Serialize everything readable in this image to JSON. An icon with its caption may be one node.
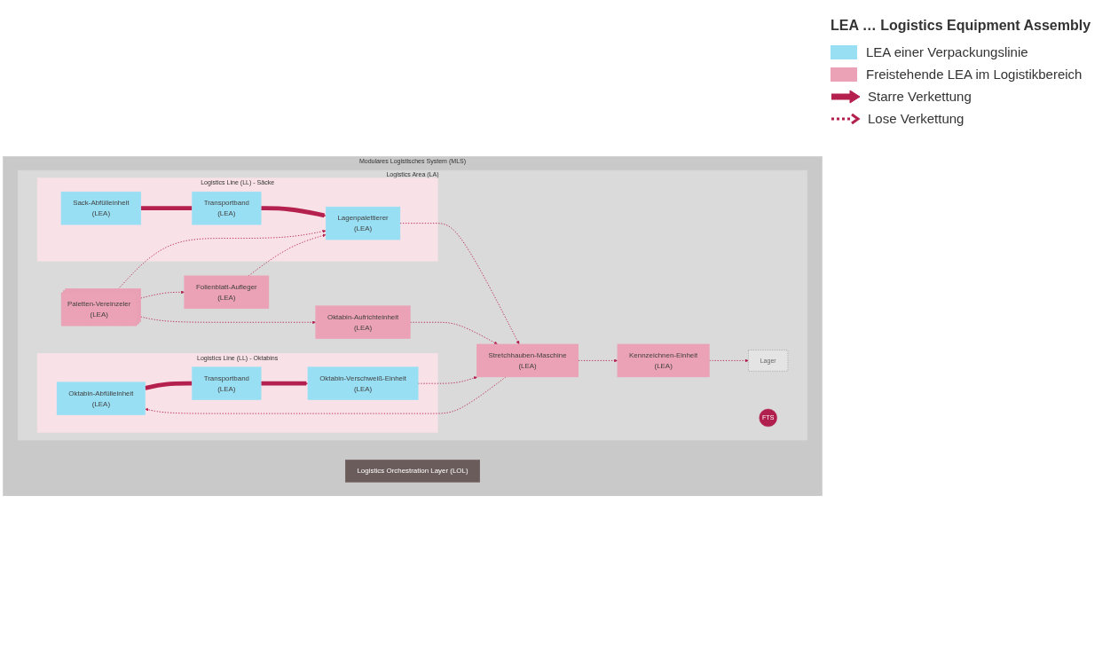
{
  "diagram": {
    "nodes": [
      {
        "text": [
          "Modulares Logistisches System (MLS)"
        ]
      },
      {
        "text": [
          "Logistics Orchestration Layer (LOL)"
        ],
        "in": 0
      },
      {
        "text": [
          "Logistics Area (LA)"
        ],
        "in": 0
      },
      {
        "text": [
          "Logistics Line (LL) - Säcke"
        ],
        "in": 2
      },
      {
        "text": [
          "Sack-Abfülleinheit",
          "(LEA)"
        ],
        "in": 3
      },
      {
        "text": [
          "Transportband",
          "(LEA)"
        ],
        "in": 3
      },
      {
        "text": [
          "Lagenpalettierer",
          "(LEA)"
        ],
        "in": 3
      },
      {
        "text": [
          "Paletten-Vereinzeler",
          "(LEA)"
        ],
        "in": 2
      },
      {
        "text": [
          "Folienblatt-Aufleger",
          "(LEA)"
        ],
        "in": 2
      },
      {
        "text": [
          "Oktabin-Aufrichteinheit",
          "(LEA)"
        ],
        "in": 2
      },
      {
        "text": [
          "FTS"
        ],
        "in": 2
      },
      {
        "text": [
          "Stretchhauben-Maschine",
          "(LEA)"
        ],
        "in": 2
      },
      {
        "text": [
          "Kennzeichnen-Einheit",
          "(LEA)"
        ],
        "in": 2
      },
      {
        "text": [
          "Lager"
        ],
        "in": 2
      },
      {
        "text": [
          "Logistics Line (LL) - Oktabins"
        ],
        "in": 2
      },
      {
        "text": [
          "Oktabin-Abfülleinheit",
          "(LEA)"
        ],
        "in": 14
      },
      {
        "text": [
          "Transportband",
          "(LEA)"
        ],
        "in": 14
      },
      {
        "text": [
          "Oktabin-Verschweiß-Einheit",
          "(LEA)"
        ],
        "in": 14
      }
    ],
    "edges": [
      {
        "from": 4,
        "to": 5,
        "arrow": "none",
        "style": "thick"
      },
      {
        "from": 5,
        "to": 6,
        "arrow": "to",
        "style": "thick"
      },
      {
        "from": 6,
        "to": 11,
        "arrow": "to",
        "style": "dashed"
      },
      {
        "from": 7,
        "to": 6,
        "arrow": "to",
        "style": "dashed"
      },
      {
        "from": 8,
        "to": 6,
        "arrow": "to",
        "style": "dashed"
      },
      {
        "from": 7,
        "to": 8,
        "arrow": "to",
        "style": "dashed"
      },
      {
        "from": 7,
        "to": 9,
        "arrow": "to",
        "style": "dashed"
      },
      {
        "from": 9,
        "to": 11,
        "arrow": "to",
        "style": "dashed"
      },
      {
        "from": 11,
        "to": 12,
        "arrow": "to",
        "style": "dashed"
      },
      {
        "from": 12,
        "to": 13,
        "arrow": "to",
        "style": "dashed"
      },
      {
        "from": 11,
        "to": 15,
        "arrow": "to",
        "style": "dashed"
      },
      {
        "from": 17,
        "to": 11,
        "arrow": "to",
        "style": "dashed"
      },
      {
        "from": 15,
        "to": 16,
        "arrow": "none",
        "style": "thick"
      },
      {
        "from": 16,
        "to": 17,
        "arrow": "to",
        "style": "thick"
      }
    ],
    "labels": [
      "LEA … Logistics Equipment Assembly"
    ],
    "legend": [
      {
        "text": "LEA einer Verpackungslinie",
        "color": "#99dff3"
      },
      {
        "text": "Freistehende LEA im Logistikbereich",
        "color": "#eba1b6"
      },
      {
        "text": "Starre Verkettung"
      },
      {
        "text": "Lose Verkettung"
      }
    ]
  }
}
